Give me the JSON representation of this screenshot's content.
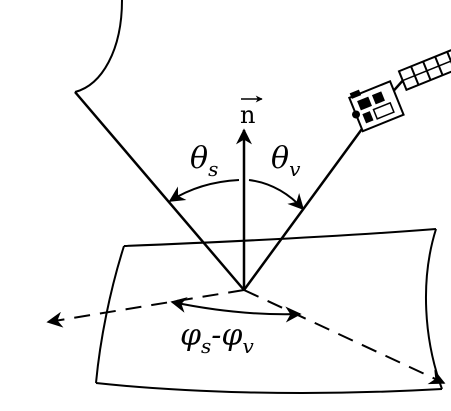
{
  "labels": {
    "normal": "n",
    "theta_s": {
      "base": "θ",
      "sub": "s"
    },
    "theta_v": {
      "base": "θ",
      "sub": "v"
    },
    "azimuth": {
      "phi1": "φ",
      "sub1": "s",
      "dash": "-",
      "phi2": "φ",
      "sub2": "v"
    }
  },
  "icons": {
    "sun": "sun-arc-icon",
    "satellite": "satellite-icon",
    "surface": "curved-surface-icon"
  },
  "colors": {
    "stroke": "#000000",
    "background": "#ffffff"
  }
}
